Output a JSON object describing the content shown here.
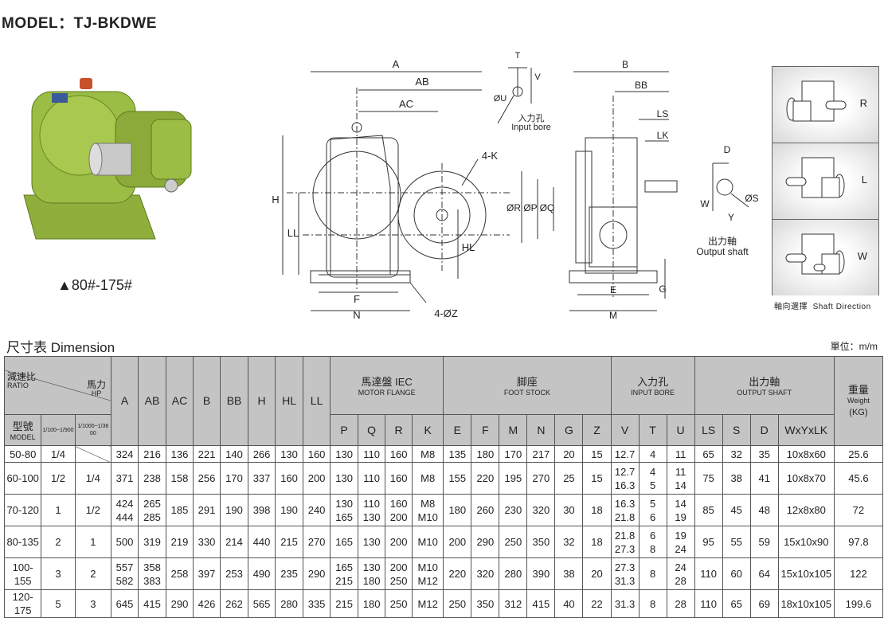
{
  "page_title": "MODEL：TJ-BKDWE",
  "product_range": "▲80#-175#",
  "drawing": {
    "labels": {
      "A": "A",
      "AB": "AB",
      "AC": "AC",
      "H": "H",
      "LL": "LL",
      "HL": "HL",
      "F": "F",
      "N": "N",
      "Z": "4-ØZ",
      "K": "4-K",
      "B": "B",
      "BB": "BB",
      "LS": "LS",
      "LK": "LK",
      "R": "ØR",
      "P": "ØP",
      "Q": "ØQ",
      "E": "E",
      "M": "M",
      "G": "G",
      "T": "T",
      "V": "V",
      "U": "ØU",
      "D": "D",
      "W": "W",
      "Y": "Y",
      "S": "ØS"
    },
    "input_bore_cn": "入力孔",
    "input_bore_en": "Input bore",
    "output_shaft_cn": "出力軸",
    "output_shaft_en": "Output shaft"
  },
  "shaft_direction": {
    "options": [
      "R",
      "L",
      "W"
    ],
    "caption_cn": "軸向選擇",
    "caption_en": "Shaft Direction"
  },
  "dimension_title": "尺寸表  Dimension",
  "unit": "單位：m/m",
  "table": {
    "ratio_cn": "減速比",
    "ratio_en": "RATIO",
    "hp_cn": "馬力",
    "hp_en": "HP",
    "model_cn": "型號",
    "model_en": "MODEL",
    "ratio_range_1": "1/100~1/900",
    "ratio_range_2": "1/1000~1/3600",
    "single_cols": [
      "A",
      "AB",
      "AC",
      "B",
      "BB",
      "H",
      "HL",
      "LL"
    ],
    "groups": [
      {
        "cn": "馬達盤 IEC",
        "en": "MOTOR FLANGE",
        "cols": [
          "P",
          "Q",
          "R",
          "K"
        ]
      },
      {
        "cn": "脚座",
        "en": "FOOT STOCK",
        "cols": [
          "E",
          "F",
          "M",
          "N",
          "G",
          "Z"
        ]
      },
      {
        "cn": "入力孔",
        "en": "INPUT BORE",
        "cols": [
          "V",
          "T",
          "U"
        ]
      },
      {
        "cn": "出力軸",
        "en": "OUTPUT SHAFT",
        "cols": [
          "LS",
          "S",
          "D",
          "WxYxLK"
        ]
      }
    ],
    "weight_cn": "重量",
    "weight_en": "Weight",
    "weight_unit": "(KG)",
    "rows": [
      [
        "50-80",
        "1/4",
        "",
        "324",
        "216",
        "136",
        "221",
        "140",
        "266",
        "130",
        "160",
        "130",
        "110",
        "160",
        "M8",
        "135",
        "180",
        "170",
        "217",
        "20",
        "15",
        "12.7",
        "4",
        "11",
        "65",
        "32",
        "35",
        "10x8x60",
        "25.6"
      ],
      [
        "60-100",
        "1/2",
        "1/4",
        "371",
        "238",
        "158",
        "256",
        "170",
        "337",
        "160",
        "200",
        "130",
        "110",
        "160",
        "M8",
        "155",
        "220",
        "195",
        "270",
        "25",
        "15",
        "12.7\n16.3",
        "4\n5",
        "11\n14",
        "75",
        "38",
        "41",
        "10x8x70",
        "45.6"
      ],
      [
        "70-120",
        "1",
        "1/2",
        "424\n444",
        "265\n285",
        "185",
        "291",
        "190",
        "398",
        "190",
        "240",
        "130\n165",
        "110\n130",
        "160\n200",
        "M8\nM10",
        "180",
        "260",
        "230",
        "320",
        "30",
        "18",
        "16.3\n21.8",
        "5\n6",
        "14\n19",
        "85",
        "45",
        "48",
        "12x8x80",
        "72"
      ],
      [
        "80-135",
        "2",
        "1",
        "500",
        "319",
        "219",
        "330",
        "214",
        "440",
        "215",
        "270",
        "165",
        "130",
        "200",
        "M10",
        "200",
        "290",
        "250",
        "350",
        "32",
        "18",
        "21.8\n27.3",
        "6\n8",
        "19\n24",
        "95",
        "55",
        "59",
        "15x10x90",
        "97.8"
      ],
      [
        "100-155",
        "3",
        "2",
        "557\n582",
        "358\n383",
        "258",
        "397",
        "253",
        "490",
        "235",
        "290",
        "165\n215",
        "130\n180",
        "200\n250",
        "M10\nM12",
        "220",
        "320",
        "280",
        "390",
        "38",
        "20",
        "27.3\n31.3",
        "8",
        "24\n28",
        "110",
        "60",
        "64",
        "15x10x105",
        "122"
      ],
      [
        "120-175",
        "5",
        "3",
        "645",
        "415",
        "290",
        "426",
        "262",
        "565",
        "280",
        "335",
        "215",
        "180",
        "250",
        "M12",
        "250",
        "350",
        "312",
        "415",
        "40",
        "22",
        "31.3",
        "8",
        "28",
        "110",
        "65",
        "69",
        "18x10x105",
        "199.6"
      ]
    ]
  }
}
